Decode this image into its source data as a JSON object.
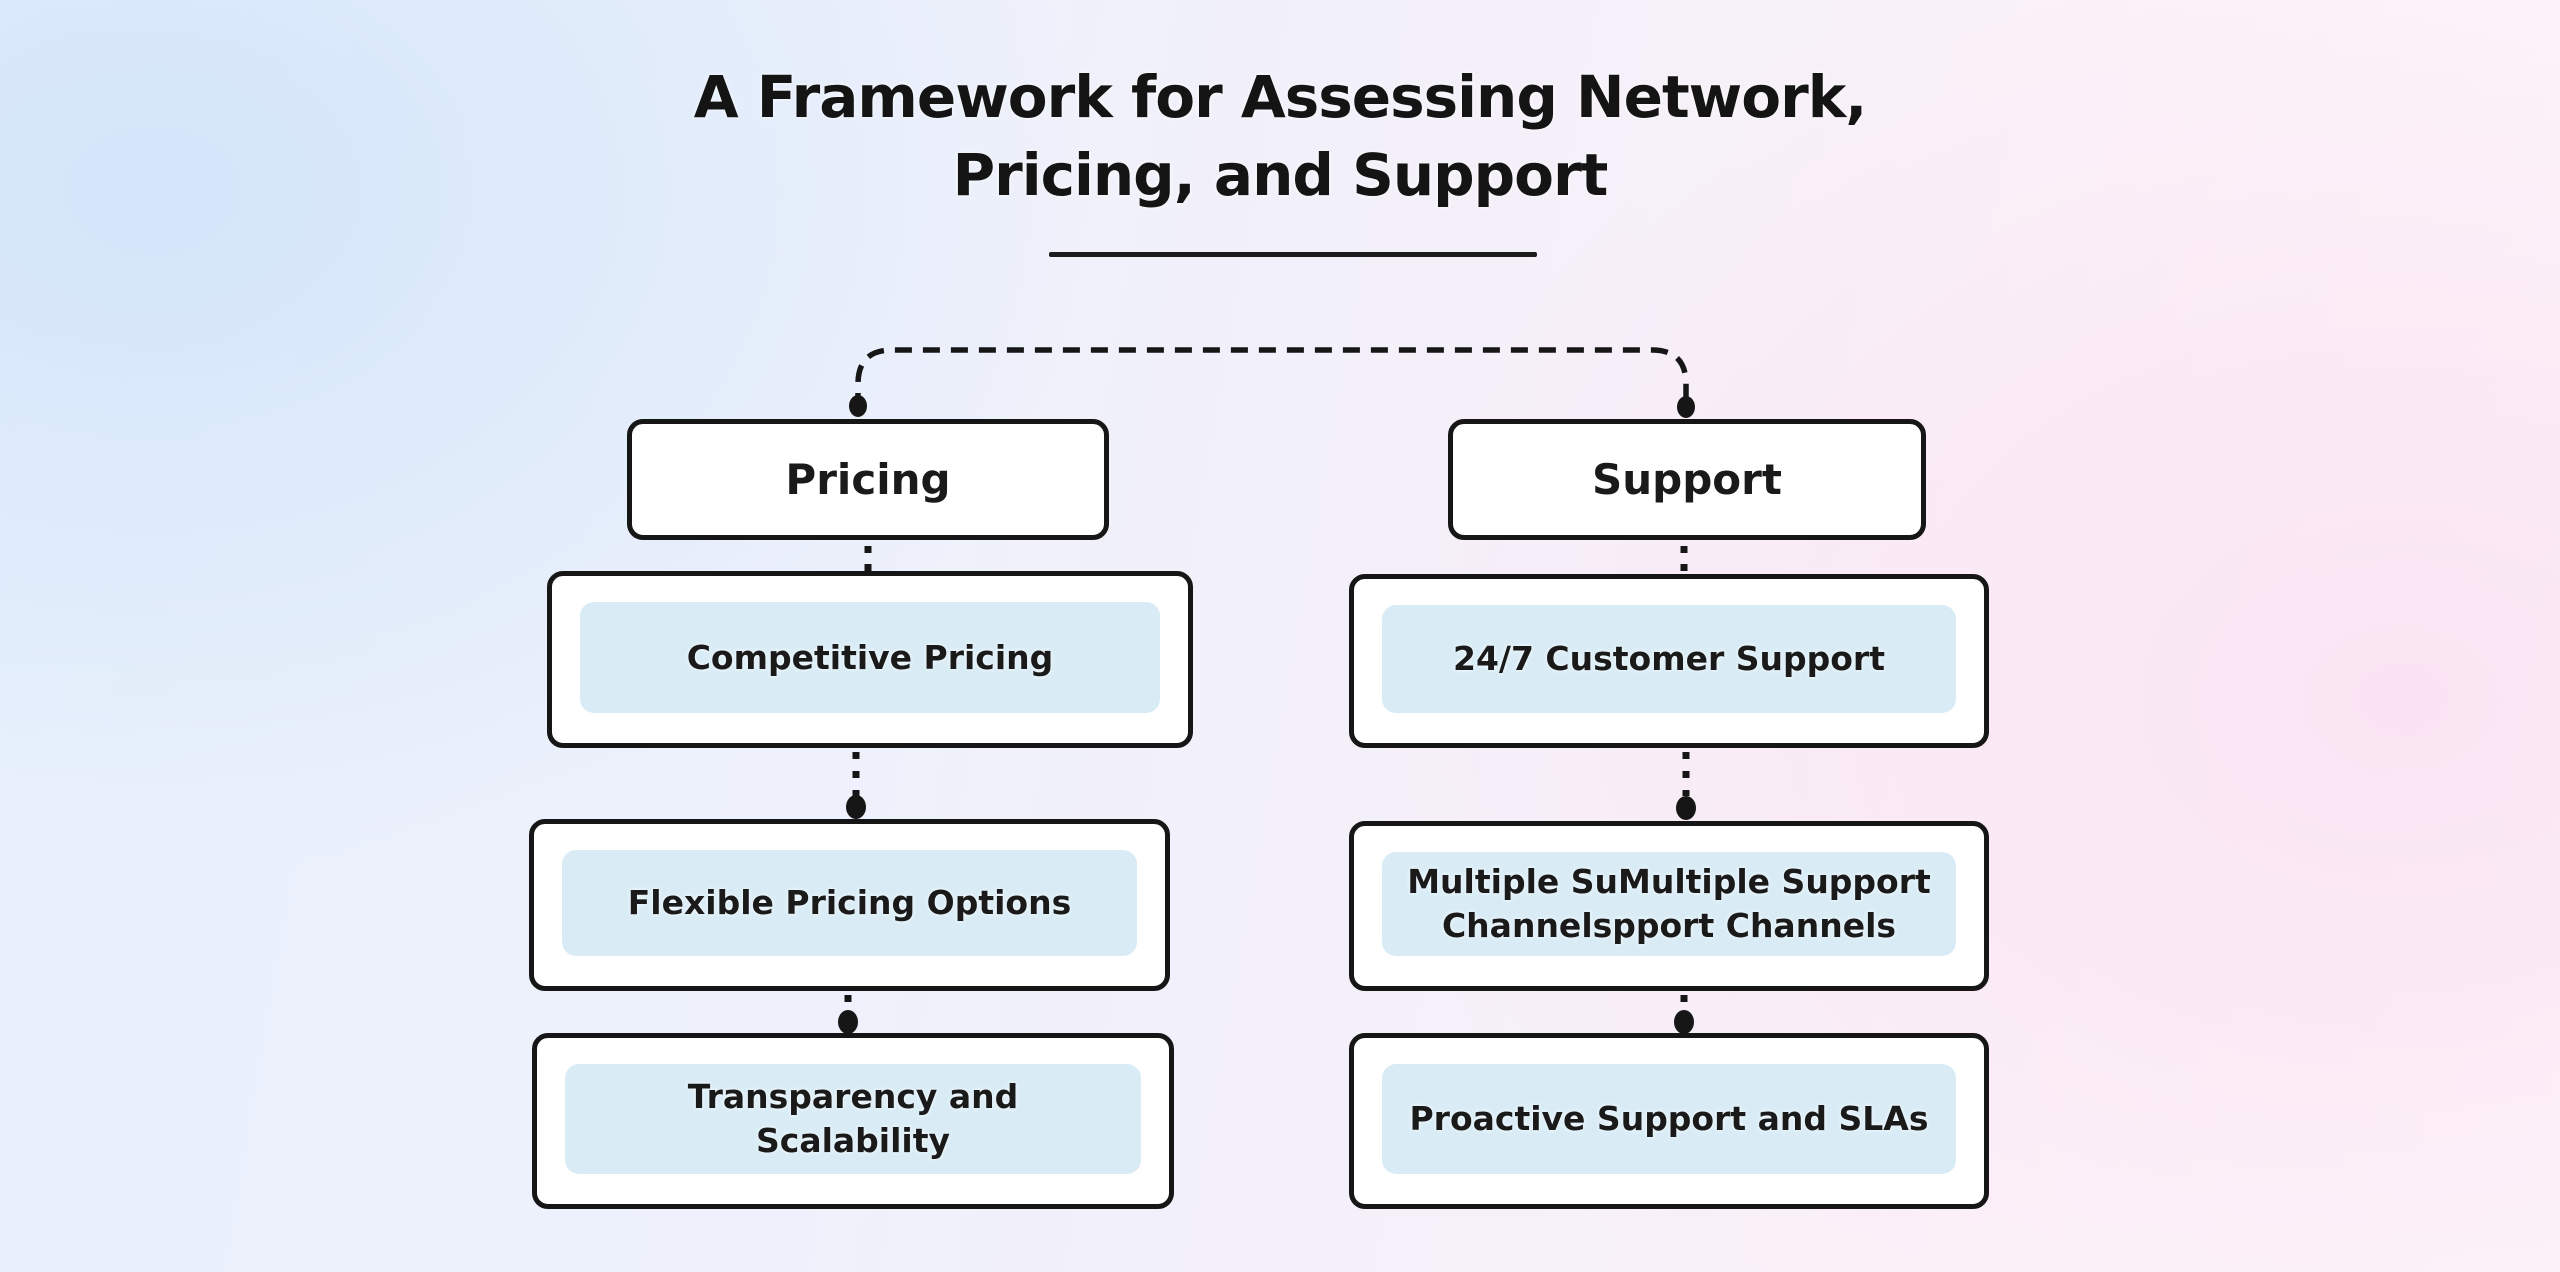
{
  "title": "A Framework for Assessing Network,\nPricing, and Support",
  "diagram": {
    "columns": [
      {
        "parent": "Pricing",
        "children": [
          "Competitive Pricing",
          "Flexible Pricing Options",
          "Transparency and\nScalability"
        ]
      },
      {
        "parent": "Support",
        "children": [
          "24/7 Customer Support",
          "Multiple SuMultiple Support\nChannelspport Channels",
          "Proactive Support and SLAs"
        ]
      }
    ]
  },
  "colors": {
    "node_fill": "#ffffff",
    "node_border": "#161616",
    "label_panel_fill": "#d9ecf6",
    "connector": "#161616",
    "text": "#1a1a1a",
    "background_left": "#e9f1fc",
    "background_right": "#fdf6fb"
  }
}
